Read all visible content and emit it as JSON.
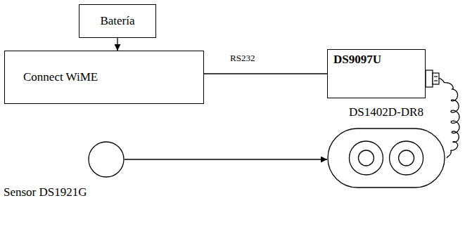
{
  "diagram": {
    "nodes": [
      {
        "text": [
          "Batería"
        ]
      },
      {
        "text": [
          "Connect WiME"
        ]
      },
      {
        "text": [
          "DS9097U"
        ]
      },
      {
        "text": [
          "DS1402D-DR8"
        ]
      },
      {
        "text": [
          "Sensor DS1921G"
        ]
      }
    ],
    "edges": [
      {
        "from": 0,
        "to": 1,
        "arrow": "to"
      },
      {
        "from": 1,
        "to": 2,
        "arrow": "none",
        "label": "RS232"
      },
      {
        "from": 2,
        "to": 3,
        "arrow": "none"
      },
      {
        "from": 4,
        "to": 3,
        "arrow": "to"
      }
    ]
  }
}
